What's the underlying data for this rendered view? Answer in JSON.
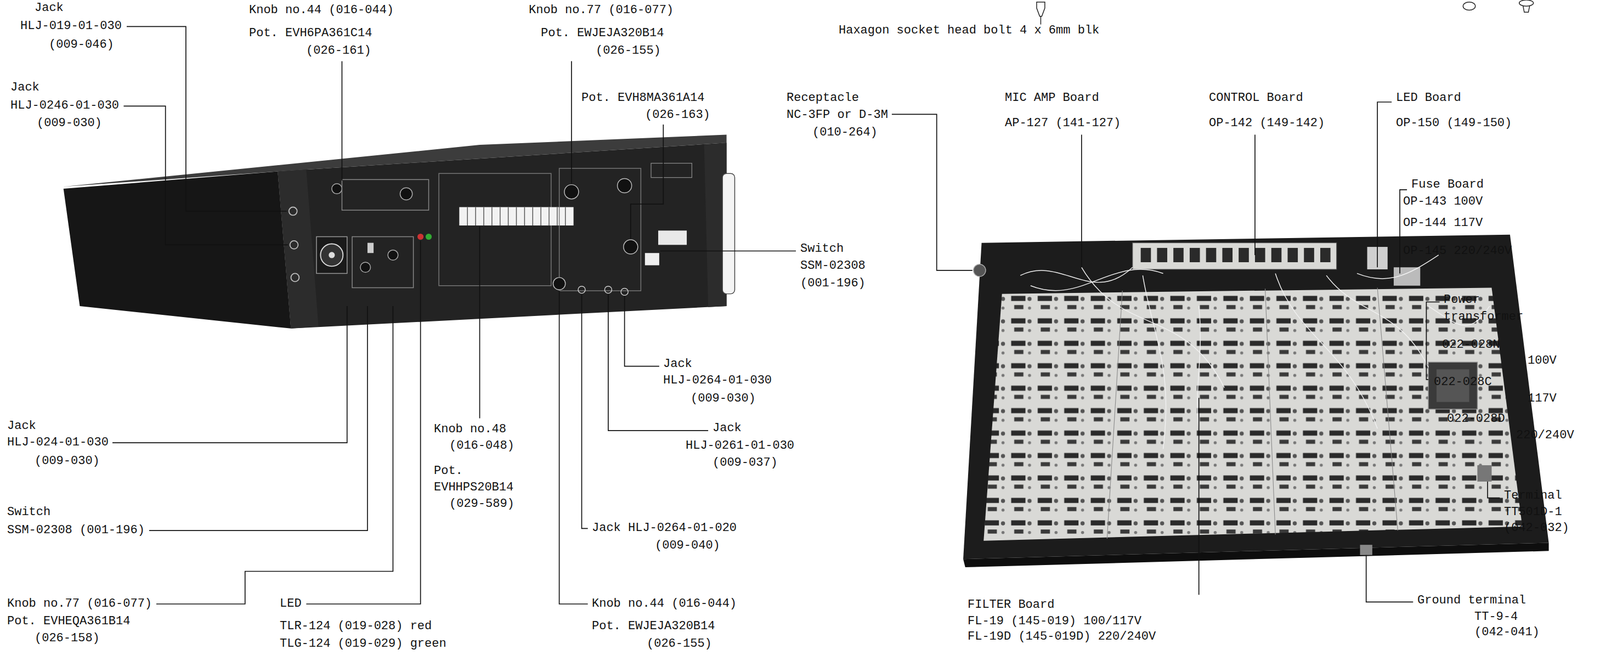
{
  "diagram": {
    "labels": [
      "Jack",
      "HLJ-019-01-030",
      "(009-046)",
      "Jack",
      "HLJ-0246-01-030",
      "(009-030)",
      "Knob no.44 (016-044)",
      "Pot. EVH6PA361C14",
      "(026-161)",
      "Knob no.77 (016-077)",
      "Pot. EWJEJA320B14",
      "(026-155)",
      "Pot. EVH8MA361A14",
      "(026-163)",
      "Haxagon socket head bolt 4 x 6mm blk",
      "Receptacle",
      "NC-3FP or D-3M",
      "(010-264)",
      "MIC AMP Board",
      "AP-127 (141-127)",
      "CONTROL Board",
      "OP-142 (149-142)",
      "LED Board",
      "OP-150 (149-150)",
      "Fuse Board",
      "OP-143 100V",
      "OP-144 117V",
      "OP-145 220/240V",
      "Power",
      "transformer",
      "022-028N",
      "100V",
      "022-028C",
      "117V",
      "022-028D",
      "220/240V",
      "Switch",
      "SSM-02308",
      "(001-196)",
      "Jack",
      "HLJ-0264-01-030",
      "(009-030)",
      "Jack",
      "HLJ-0261-01-030",
      "(009-037)",
      "Jack",
      "HLJ-024-01-030",
      "(009-030)",
      "Knob no.48",
      "(016-048)",
      "Pot.",
      "EVHHPS20B14",
      "(029-589)",
      "Terminal",
      "TT501D-1",
      "(042-032)",
      "Switch",
      "SSM-02308 (001-196)",
      "Jack HLJ-0264-01-020",
      "(009-040)",
      "Knob no.77 (016-077)",
      "Pot. EVHEQA361B14",
      "(026-158)",
      "LED",
      "TLR-124 (019-028) red",
      "TLG-124 (019-029) green",
      "Knob no.44 (016-044)",
      "Pot. EWJEJA320B14",
      "(026-155)",
      "FILTER Board",
      "FL-19 (145-019) 100/117V",
      "FL-19D (145-019D) 220/240V",
      "Ground terminal",
      "TT-9-4",
      "(042-041)"
    ]
  }
}
